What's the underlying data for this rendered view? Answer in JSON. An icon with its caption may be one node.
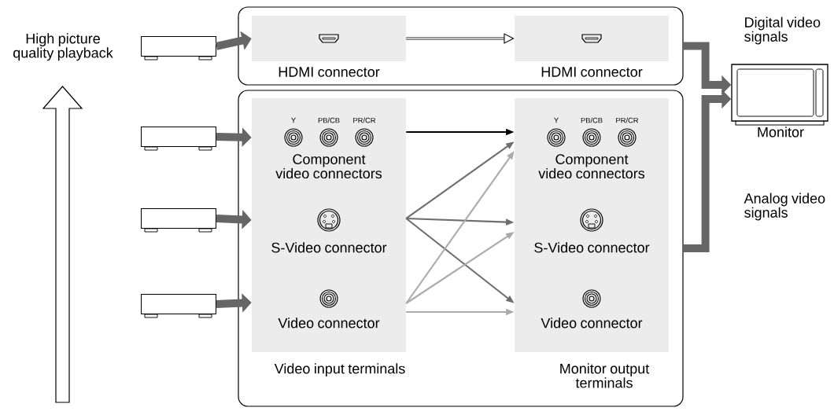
{
  "diagram": {
    "nodes": [
      {
        "text": [],
        "shape": "box"
      },
      {
        "text": [
          "HDMI connector"
        ],
        "in": 0
      },
      {
        "text": [
          "HDMI connector"
        ],
        "in": 0
      },
      {
        "text": [],
        "shape": "box"
      },
      {
        "text": [
          "Video input terminals"
        ],
        "in": 3
      },
      {
        "text": [
          "Y",
          "PB/CB",
          "PR/CR",
          "Component video connectors"
        ],
        "in": 4
      },
      {
        "text": [
          "S-Video connector"
        ],
        "in": 4
      },
      {
        "text": [
          "Video connector"
        ],
        "in": 4
      },
      {
        "text": [
          "Monitor output terminals"
        ],
        "in": 3
      },
      {
        "text": [
          "Y",
          "PB/CB",
          "PR/CR",
          "Component video connectors"
        ],
        "in": 8
      },
      {
        "text": [
          "S-Video connector"
        ],
        "in": 8
      },
      {
        "text": [
          "Video connector"
        ],
        "in": 8
      },
      {
        "text": [],
        "shape": "box"
      },
      {
        "text": [],
        "shape": "box"
      },
      {
        "text": [],
        "shape": "box"
      },
      {
        "text": [],
        "shape": "box"
      },
      {
        "text": [
          "Monitor"
        ]
      }
    ],
    "edges": [
      {
        "from": 12,
        "to": 1,
        "arrow": "to",
        "style": "thick",
        "color": "#666666"
      },
      {
        "from": 13,
        "to": 5,
        "arrow": "to",
        "style": "thick",
        "color": "#666666"
      },
      {
        "from": 14,
        "to": 6,
        "arrow": "to",
        "style": "thick",
        "color": "#666666"
      },
      {
        "from": 15,
        "to": 7,
        "arrow": "to",
        "style": "thick",
        "color": "#666666"
      },
      {
        "from": 1,
        "to": 2,
        "arrow": "to",
        "color": "#000000"
      },
      {
        "from": 5,
        "to": 9,
        "arrow": "to",
        "color": "#000000"
      },
      {
        "from": 6,
        "to": 9,
        "arrow": "to",
        "color": "#6e6e6e"
      },
      {
        "from": 6,
        "to": 10,
        "arrow": "to",
        "color": "#6e6e6e"
      },
      {
        "from": 6,
        "to": 11,
        "arrow": "to",
        "color": "#6e6e6e"
      },
      {
        "from": 7,
        "to": 9,
        "arrow": "to",
        "color": "#ababab"
      },
      {
        "from": 7,
        "to": 10,
        "arrow": "to",
        "color": "#ababab"
      },
      {
        "from": 7,
        "to": 11,
        "arrow": "to",
        "color": "#ababab"
      },
      {
        "from": 0,
        "to": 16,
        "arrow": "to",
        "style": "thick",
        "color": "#666666",
        "label": "Digital video signals"
      },
      {
        "from": 3,
        "to": 16,
        "arrow": "to",
        "style": "thick",
        "color": "#666666",
        "label": "Analog video signals"
      }
    ],
    "labels": [
      "High picture quality playback"
    ]
  }
}
